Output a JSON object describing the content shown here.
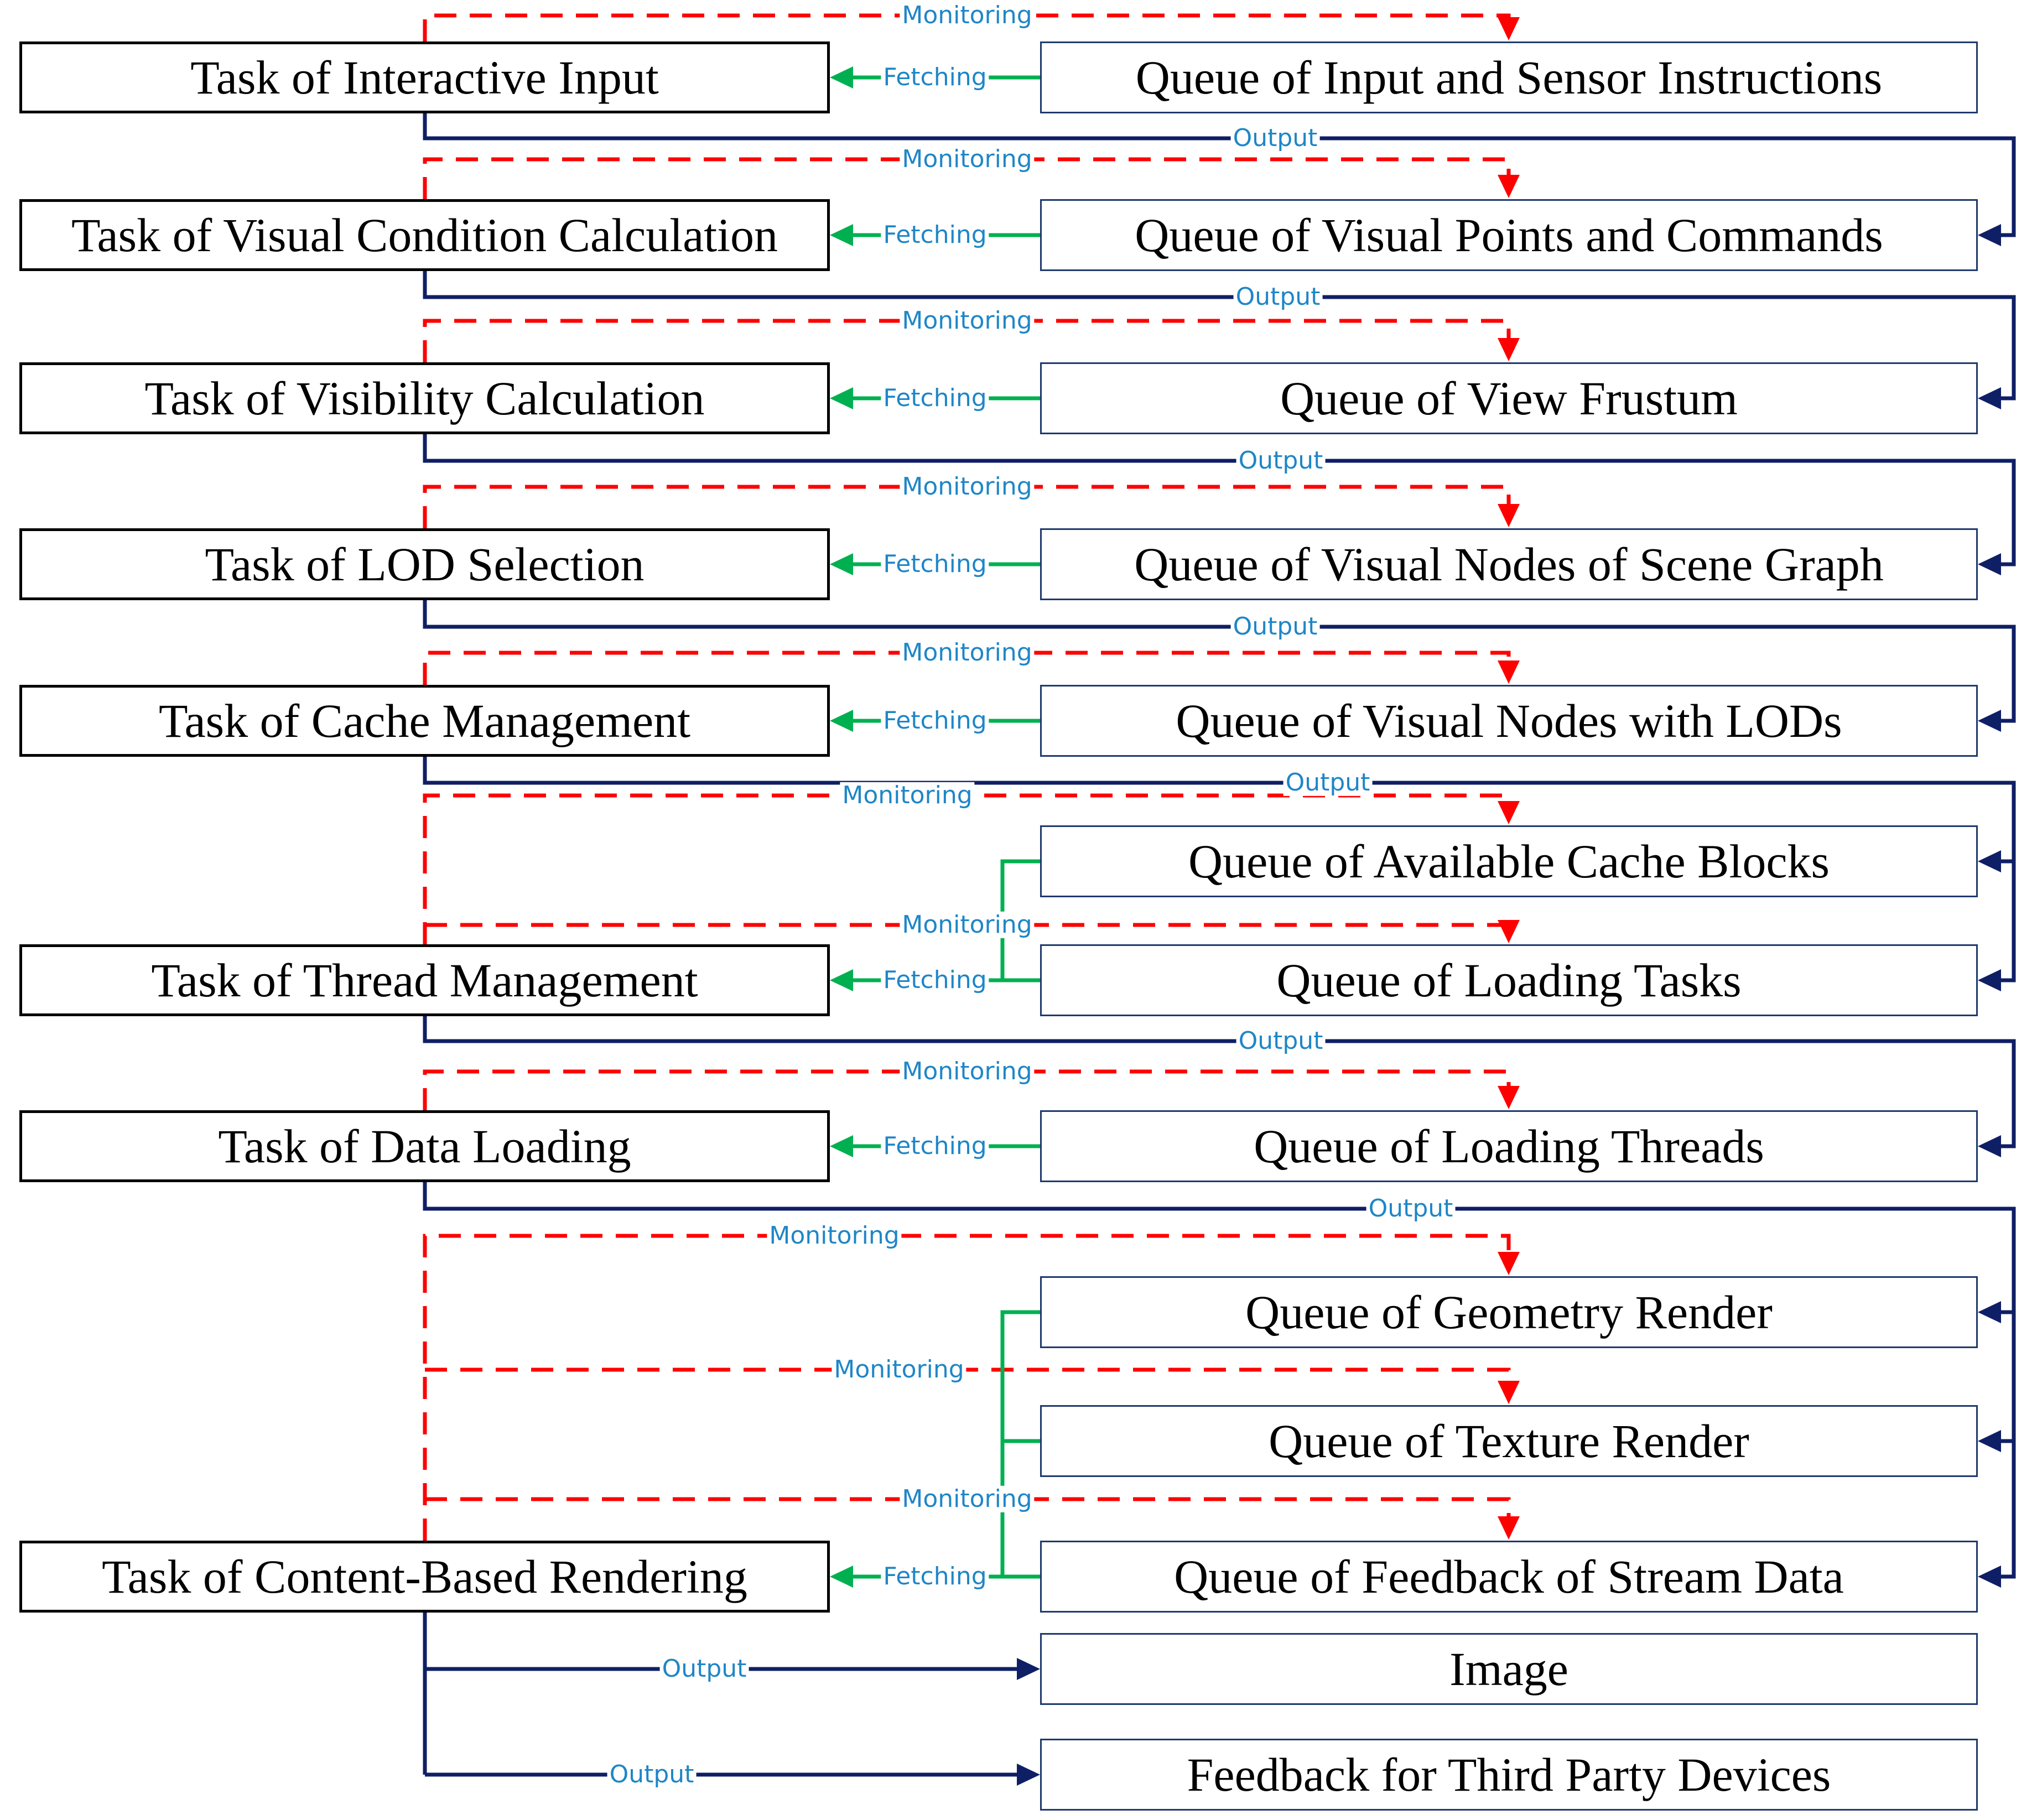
{
  "colors": {
    "monitoring": "#FF0000",
    "fetching": "#00B050",
    "output": "#0F1F66",
    "label_text": "#1F86C7"
  },
  "labels": {
    "monitoring": "Monitoring",
    "fetching": "Fetching",
    "output": "Output"
  },
  "tasks": [
    "Task of Interactive Input",
    "Task of Visual Condition Calculation",
    "Task of Visibility Calculation",
    "Task of LOD Selection",
    "Task of Cache Management",
    "Task of Thread Management",
    "Task of Data Loading",
    "Task of Content-Based Rendering"
  ],
  "queues": [
    "Queue of Input and Sensor Instructions",
    "Queue of Visual Points and Commands",
    "Queue of View Frustum",
    "Queue of Visual Nodes of Scene Graph",
    "Queue of Visual Nodes with LODs",
    "Queue of Available Cache Blocks",
    "Queue of Loading Tasks",
    "Queue of Loading Threads",
    "Queue of Geometry Render",
    "Queue of Texture Render",
    "Queue of Feedback of Stream Data",
    "Image",
    "Feedback for Third Party Devices"
  ]
}
